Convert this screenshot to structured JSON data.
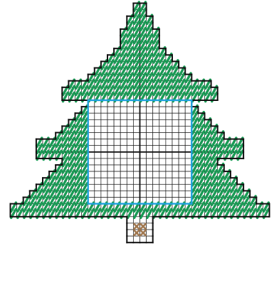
{
  "colors": {
    "background": "#ffffff",
    "grid_line": "#1a1a1a",
    "outline": "#111111",
    "stitch_green": "#1a9a55",
    "stitch_trunk": "#a07850",
    "frame_blue": "#1da1dc"
  },
  "pattern": {
    "shape": "tree",
    "stitch_fill": "diagonal-tent-stitch",
    "center_frame": "square-blank-area",
    "trunk_stitch": "cross-stitch"
  }
}
